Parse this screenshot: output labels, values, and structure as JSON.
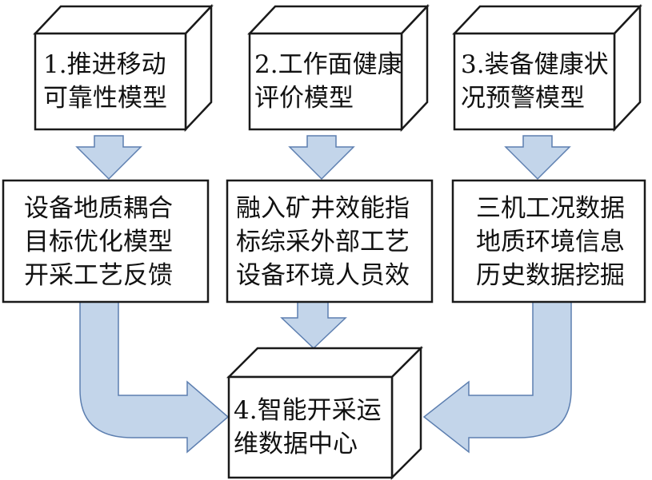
{
  "colors": {
    "arrow_fill": "#c3d5ea",
    "arrow_stroke": "#5d7fb0",
    "box_stroke": "#1a1a1a",
    "box_fill": "#ffffff",
    "text": "#111111"
  },
  "model_boxes": [
    {
      "id": "model-1",
      "lines": [
        "1.推进移动",
        "可靠性模型"
      ]
    },
    {
      "id": "model-2",
      "lines": [
        "2.工作面健康",
        "评价模型"
      ]
    },
    {
      "id": "model-3",
      "lines": [
        "3.装备健康状",
        "况预警模型"
      ]
    }
  ],
  "info_boxes": [
    {
      "id": "info-1",
      "lines": [
        "设备地质耦合",
        "目标优化模型",
        "开采工艺反馈"
      ]
    },
    {
      "id": "info-2",
      "lines": [
        "融入矿井效能指",
        "标综采外部工艺",
        "设备环境人员效"
      ]
    },
    {
      "id": "info-3",
      "lines": [
        "三机工况数据",
        "地质环境信息",
        "历史数据挖掘"
      ]
    }
  ],
  "center_box": {
    "id": "center",
    "lines": [
      "4.智能开采运",
      "维数据中心"
    ]
  }
}
